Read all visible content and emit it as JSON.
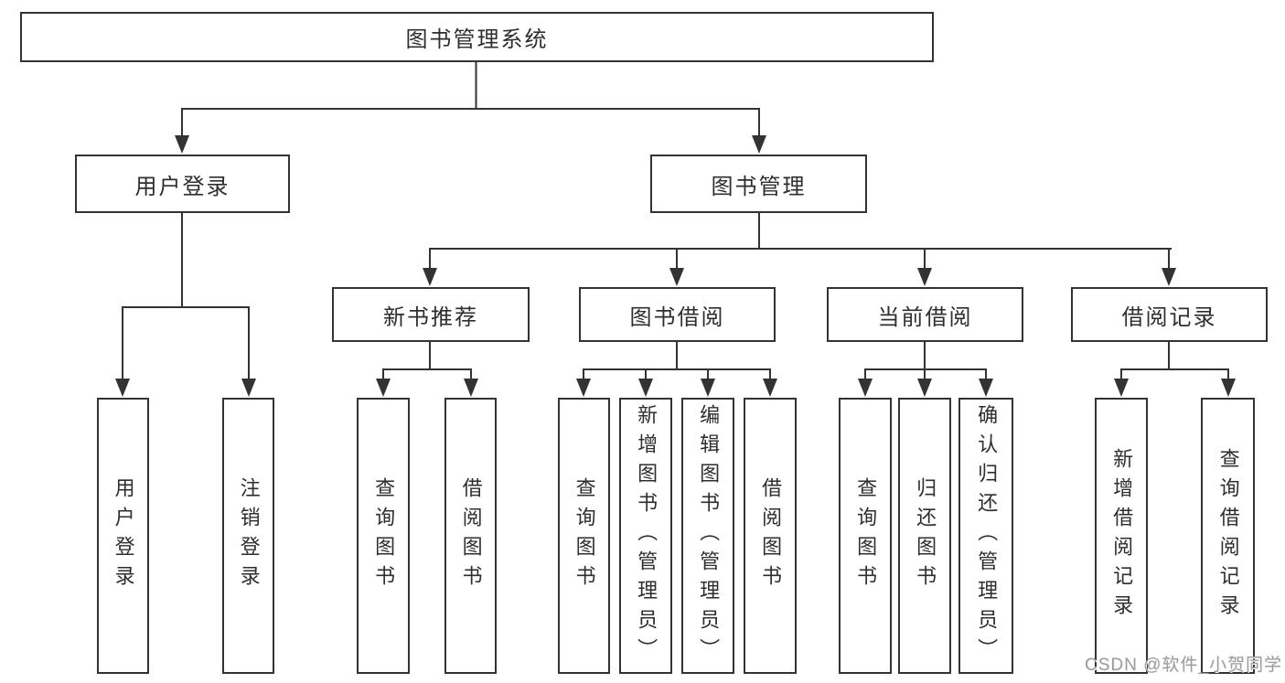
{
  "diagram": {
    "root": {
      "label": "图书管理系统"
    },
    "level2": [
      {
        "label": "用户登录"
      },
      {
        "label": "图书管理"
      }
    ],
    "level3": [
      {
        "label": "新书推荐"
      },
      {
        "label": "图书借阅"
      },
      {
        "label": "当前借阅"
      },
      {
        "label": "借阅记录"
      }
    ],
    "leaves": [
      {
        "label": "用户登录"
      },
      {
        "label": "注销登录"
      },
      {
        "label": "查询图书"
      },
      {
        "label": "借阅图书"
      },
      {
        "label": "查询图书"
      },
      {
        "label": "新增图书（管理员）"
      },
      {
        "label": "编辑图书（管理员）"
      },
      {
        "label": "借阅图书"
      },
      {
        "label": "查询图书"
      },
      {
        "label": "归还图书"
      },
      {
        "label": "确认归还（管理员）"
      },
      {
        "label": "新增借阅记录"
      },
      {
        "label": "查询借阅记录"
      }
    ]
  },
  "watermark": {
    "text": "CSDN @软件_小贺同学"
  },
  "colors": {
    "line": "#333333",
    "text": "#2e2e2e",
    "background": "#ffffff",
    "watermark": "#9c9c9c"
  }
}
